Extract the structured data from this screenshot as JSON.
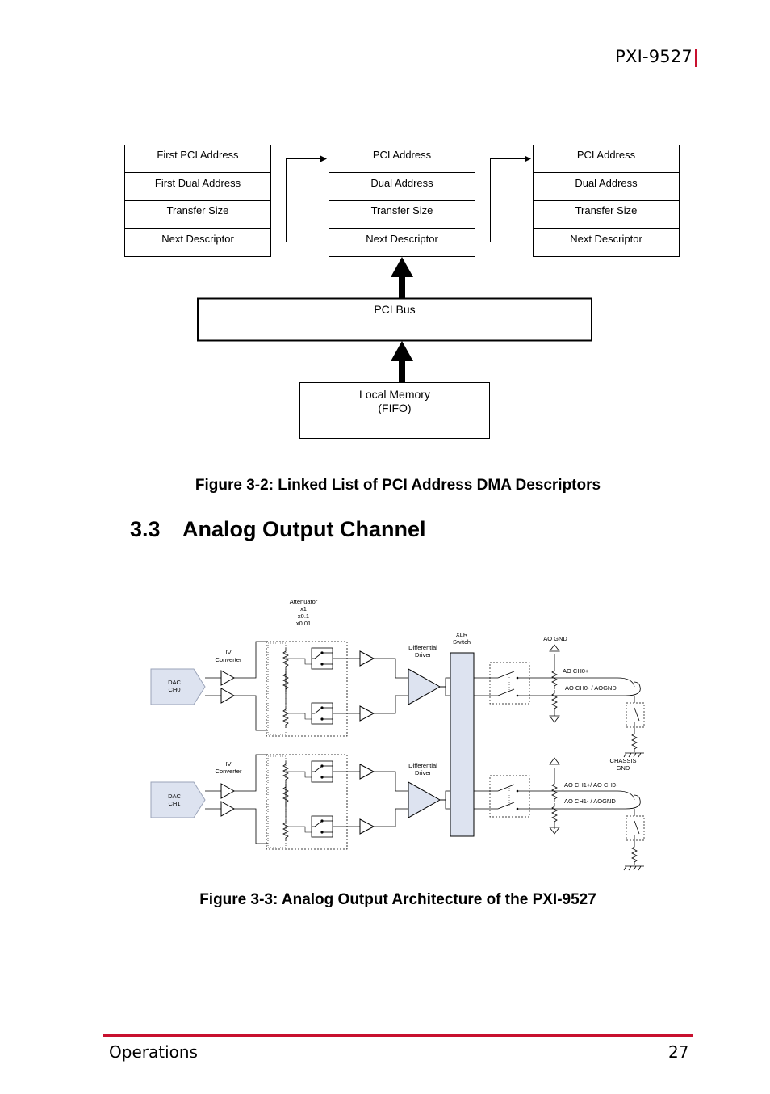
{
  "header": {
    "product": "PXI-9527"
  },
  "figure2": {
    "caption": "Figure 3-2: Linked List of PCI Address DMA Descriptors",
    "descriptors": [
      {
        "rows": [
          "First PCI Address",
          "First Dual Address",
          "Transfer Size",
          "Next Descriptor"
        ]
      },
      {
        "rows": [
          "PCI Address",
          "Dual Address",
          "Transfer Size",
          "Next Descriptor"
        ]
      },
      {
        "rows": [
          "PCI Address",
          "Dual Address",
          "Transfer Size",
          "Next Descriptor"
        ]
      }
    ],
    "pci_bus": "PCI Bus",
    "local_memory": [
      "Local Memory",
      "(FIFO)"
    ]
  },
  "section": {
    "number": "3.3",
    "title": "Analog Output Channel"
  },
  "figure3": {
    "caption": "Figure 3-3: Analog Output Architecture of the PXI-9527",
    "attenuator": [
      "Attenuator",
      "x1",
      "x0.1",
      "x0.01"
    ],
    "iv_converter": [
      "IV",
      "Converter"
    ],
    "differential_driver": [
      "Differential",
      "Driver"
    ],
    "xlr_switch": [
      "XLR",
      "Switch"
    ],
    "ao_gnd": "AO GND",
    "dac_ch0": [
      "DAC",
      "CH0"
    ],
    "dac_ch1": [
      "DAC",
      "CH1"
    ],
    "ch0_pos": "AO CH0+",
    "ch0_neg": "AO CH0- / AOGND",
    "ch1_pos": "AO CH1+/ AO CH0-",
    "ch1_neg": "AO CH1- / AOGND",
    "chassis_gnd": [
      "CHASSIS",
      "GND"
    ]
  },
  "footer": {
    "section": "Operations",
    "page": "27"
  }
}
